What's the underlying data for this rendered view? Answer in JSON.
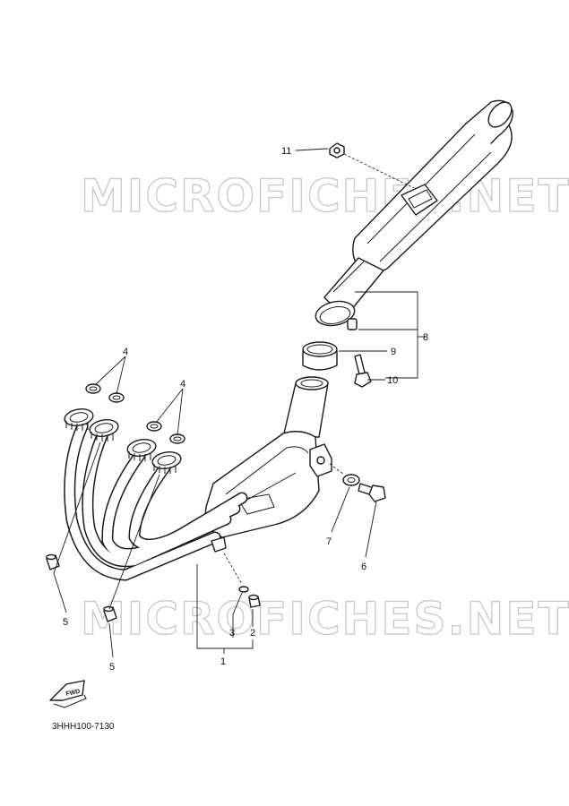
{
  "watermark": {
    "top": "MICROFICHES.NET",
    "bottom": "MICROFICHES.NET"
  },
  "callouts": {
    "c1": "1",
    "c2": "2",
    "c3": "3",
    "c4a": "4",
    "c4b": "4",
    "c5a": "5",
    "c5b": "5",
    "c6": "6",
    "c7": "7",
    "c8": "8",
    "c9": "9",
    "c10": "10",
    "c11": "11"
  },
  "fwd_label": "FWD",
  "diagram_code": "3HHH100-7130"
}
